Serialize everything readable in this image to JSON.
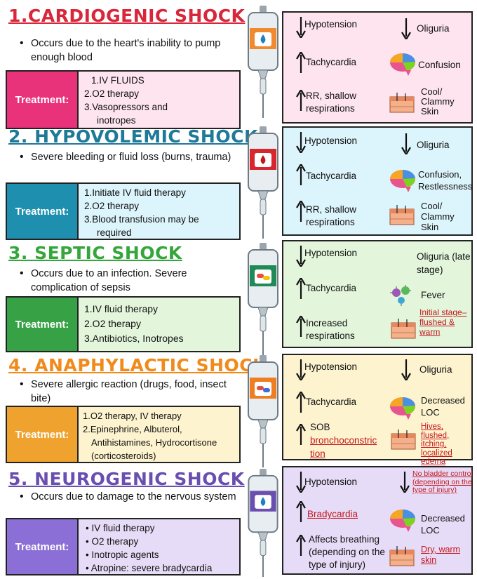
{
  "colors": {
    "cardio": "#d8263a",
    "hypo": "#1f7a98",
    "septic": "#35a63b",
    "anaph": "#f28a1b",
    "neuro": "#6a4fb0",
    "cardio_bg": "#fde4ee",
    "hypo_bg": "#dcf4fb",
    "septic_bg": "#e3f6dc",
    "anaph_bg": "#fdf3cf",
    "neuro_bg": "#e7dcf7"
  },
  "sections": [
    {
      "title": "1.CARDIOGENIC SHOCK",
      "cause": "Occurs due to the heart's inability to pump enough blood",
      "treatment_label": "Treatment:",
      "treatments": [
        "1.IV FLUIDS",
        "2.O2 therapy",
        "3.Vasopressors and",
        "inotropes"
      ],
      "symptoms": {
        "hypotension": "Hypotension",
        "oliguria": "Oliguria",
        "tachy": "Tachycardia",
        "brain": "Confusion",
        "resp1": "RR, shallow",
        "resp2": "respirations",
        "skin": "Cool/ Clammy Skin"
      }
    },
    {
      "title": "2. HYPOVOLEMIC SHOCK",
      "cause": "Severe bleeding or fluid loss (burns, trauma)",
      "treatment_label": "Treatment:",
      "treatments": [
        "1.Initiate IV fluid therapy",
        "2.O2 therapy",
        "3.Blood transfusion may be",
        "required"
      ],
      "symptoms": {
        "hypotension": "Hypotension",
        "oliguria": "Oliguria",
        "tachy": "Tachycardia",
        "brain": "Confusion, Restlessness",
        "resp1": "RR, shallow",
        "resp2": "respirations",
        "skin": "Cool/ Clammy Skin"
      }
    },
    {
      "title": "3. SEPTIC SHOCK",
      "cause": "Occurs due to an infection. Severe complication of sepsis",
      "treatment_label": "Treatment:",
      "treatments": [
        "1.IV fluid therapy",
        "2.O2 therapy",
        "3.Antibiotics, Inotropes"
      ],
      "symptoms": {
        "hypotension": "Hypotension",
        "oliguria": "Oliguria (late stage)",
        "tachy": "Tachycardia",
        "fever": "Fever",
        "resp1": "Increased",
        "resp2": "respirations",
        "skin": "Initial stage– flushed & warm"
      }
    },
    {
      "title": "4. ANAPHYLACTIC SHOCK",
      "cause": "Severe allergic reaction (drugs, food, insect bite)",
      "treatment_label": "Treatment:",
      "treatments": [
        "1.O2 therapy, IV therapy",
        "2.Epinephrine, Albuterol,",
        "Antihistamines, Hydrocortisone",
        "(corticosteroids)"
      ],
      "symptoms": {
        "hypotension": "Hypotension",
        "oliguria": "Oliguria",
        "tachy": "Tachycardia",
        "brain": "Decreased LOC",
        "resp1": "SOB",
        "resp2": "bronchoconstric tion",
        "skin": "Hives, flushed, itching, localized edema"
      }
    },
    {
      "title": "5. NEUROGENIC SHOCK",
      "cause": "Occurs due to damage to the nervous system",
      "treatment_label": "Treatment:",
      "treatments": [
        "IV fluid therapy",
        "O2 therapy",
        "Inotropic agents",
        "Atropine: severe bradycardia"
      ],
      "symptoms": {
        "hypotension": "Hypotension",
        "oliguria": "No bladder control (depending on the type of injury)",
        "tachy": "Bradycardia",
        "brain": "Decreased LOC",
        "resp1": "Affects breathing",
        "resp2": "(depending on the type of injury)",
        "skin": "Dry, warm skin"
      }
    }
  ]
}
